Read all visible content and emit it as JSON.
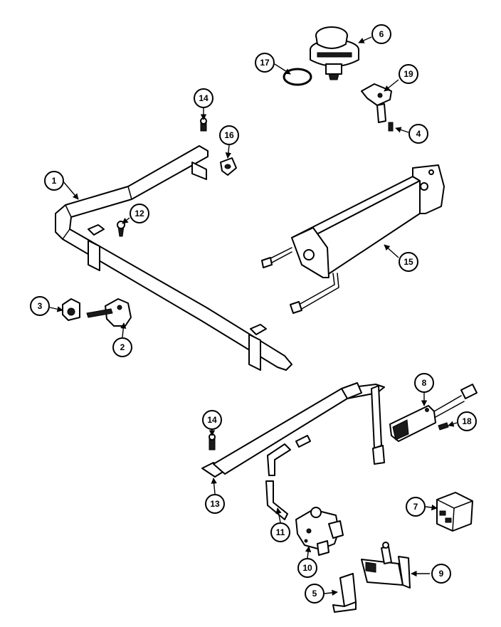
{
  "callouts": {
    "c1": "1",
    "c2": "2",
    "c3": "3",
    "c4": "4",
    "c5": "5",
    "c6": "6",
    "c7": "7",
    "c8": "8",
    "c9": "9",
    "c10": "10",
    "c11": "11",
    "c12": "12",
    "c13": "13",
    "c14a": "14",
    "c14b": "14",
    "c15": "15",
    "c16": "16",
    "c17": "17",
    "c18": "18",
    "c19": "19"
  },
  "colors": {
    "line": "#000000",
    "background": "#ffffff"
  }
}
